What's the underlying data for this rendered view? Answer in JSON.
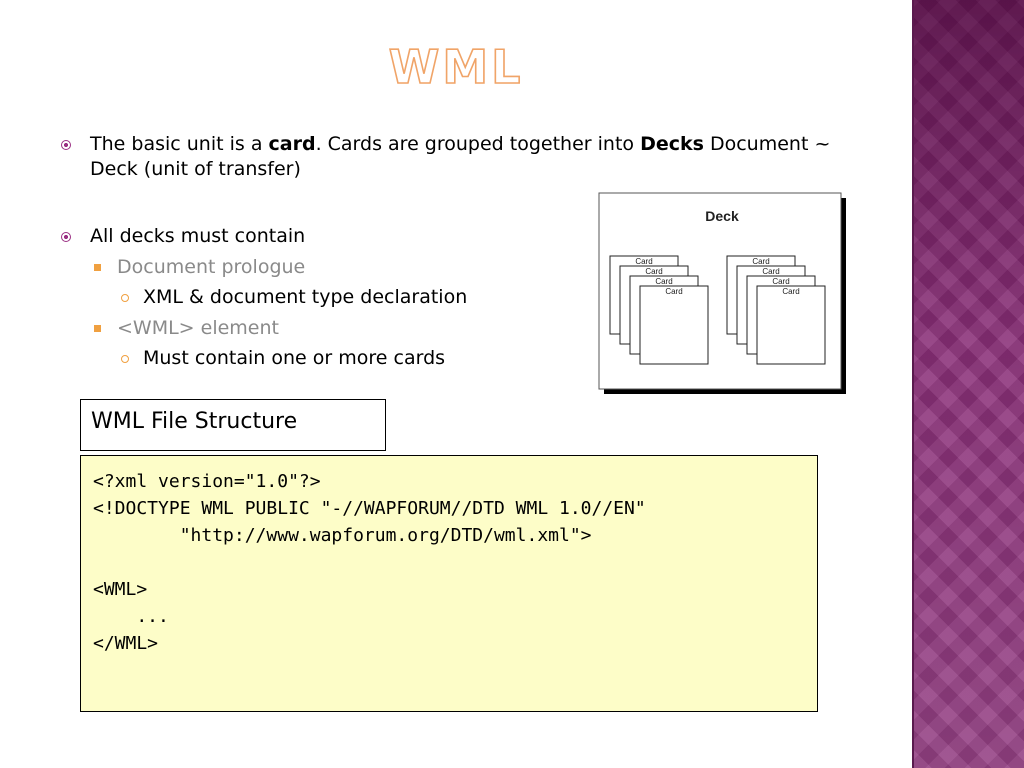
{
  "slide": {
    "title": "WML"
  },
  "bullets": {
    "b1": {
      "text_a": "The basic unit is a ",
      "bold_a": "card",
      "text_b": ". Cards are grouped together into ",
      "bold_b": "Decks",
      "text_c": " Document ~",
      "line2": "Deck (unit of transfer)"
    },
    "b2": {
      "text": "All decks must contain"
    },
    "b2_1": {
      "text": "Document prologue"
    },
    "b2_1_1": {
      "text": "XML & document type declaration"
    },
    "b2_2": {
      "text": "<WML> element"
    },
    "b2_2_1": {
      "text": "Must contain one or more cards"
    }
  },
  "figure": {
    "deck_label": "Deck",
    "card_label": "Card",
    "groups": 2,
    "cards_per_group": 4
  },
  "structure_label": "WML File Structure",
  "code": {
    "lines": [
      "<?xml version=\"1.0\"?>",
      "<!DOCTYPE WML PUBLIC \"-//WAPFORUM//DTD WML 1.0//EN\"",
      "        \"http://www.wapforum.org/DTD/wml.xml\">",
      "",
      "<WML>",
      "    ...",
      "</WML>"
    ]
  },
  "colors": {
    "accent_purple": "#9a2f83",
    "accent_orange": "#f0a040",
    "code_background": "#fdfdc8",
    "band": "#8a2f78"
  }
}
